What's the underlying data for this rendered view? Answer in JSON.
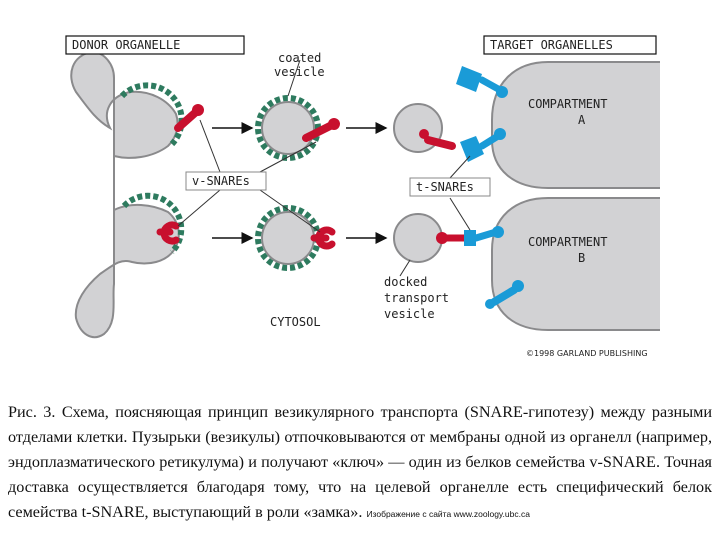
{
  "diagram": {
    "labels": {
      "donor": "DONOR ORGANELLE",
      "target": "TARGET ORGANELLES",
      "coated_1": "coated",
      "coated_2": "vesicle",
      "compA_1": "COMPARTMENT",
      "compA_2": "A",
      "compB_1": "COMPARTMENT",
      "compB_2": "B",
      "v_snares": "v-SNAREs",
      "t_snares": "t-SNAREs",
      "docked_1": "docked",
      "docked_2": "transport",
      "docked_3": "vesicle",
      "cytosol": "CYTOSOL",
      "copyright": "©1998 GARLAND PUBLISHING"
    },
    "colors": {
      "membrane": "#d2d2d4",
      "membrane_edge": "#8a8a8c",
      "coat": "#2e7b5f",
      "v_snare": "#c8102e",
      "t_snare": "#1a9bd7"
    }
  },
  "caption": {
    "text": "Рис. 3. Схема, поясняющая принцип везикулярного транспорта (SNARE-гипотезу) между разными отделами клетки. Пузырьки (везикулы) отпочковываются от мембраны одной из органелл (например, эндоплазматического ретикулума) и получают «ключ» — один из белков семейства v-SNARE. Точная доставка осуществляется благодаря тому, что на целевой органелле есть специфический белок семейства t-SNARE, выступающий в роли «замка».",
    "credit": "Изображение с сайта www.zoology.ubc.ca"
  }
}
